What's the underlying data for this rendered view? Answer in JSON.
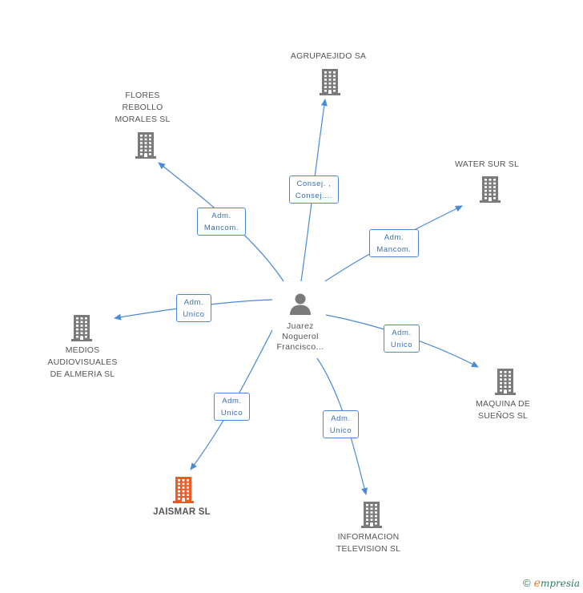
{
  "center": {
    "name_lines": [
      "Juarez",
      "Noguerol",
      "Francisco..."
    ]
  },
  "companies": [
    {
      "id": "agrupaejido",
      "lines": [
        "AGRUPAEJIDO SA"
      ],
      "highlight": false
    },
    {
      "id": "flores",
      "lines": [
        "FLORES",
        "REBOLLO",
        "MORALES SL"
      ],
      "highlight": false
    },
    {
      "id": "water",
      "lines": [
        "WATER SUR SL"
      ],
      "highlight": false
    },
    {
      "id": "medios",
      "lines": [
        "MEDIOS",
        "AUDIOVISUALES",
        "DE ALMERIA SL"
      ],
      "highlight": false
    },
    {
      "id": "maquina",
      "lines": [
        "MAQUINA DE",
        "SUEÑOS SL"
      ],
      "highlight": false
    },
    {
      "id": "jaismar",
      "lines": [
        "JAISMAR SL"
      ],
      "highlight": true
    },
    {
      "id": "informacion",
      "lines": [
        "INFORMACION",
        "TELEVISION SL"
      ],
      "highlight": false
    }
  ],
  "roles": [
    {
      "id": "agrupaejido",
      "lines": [
        "Consej. ,",
        "Consej...."
      ]
    },
    {
      "id": "flores",
      "lines": [
        "Adm.",
        "Mancom."
      ]
    },
    {
      "id": "water",
      "lines": [
        "Adm.",
        "Mancom."
      ]
    },
    {
      "id": "medios",
      "lines": [
        "Adm.",
        "Unico"
      ]
    },
    {
      "id": "maquina",
      "lines": [
        "Adm.",
        "Unico"
      ]
    },
    {
      "id": "jaismar",
      "lines": [
        "Adm.",
        "Unico"
      ]
    },
    {
      "id": "informacion",
      "lines": [
        "Adm.",
        "Unico"
      ]
    }
  ],
  "colors": {
    "edge": "#4a8ad8",
    "building": "#7a7a7a",
    "building_highlight": "#f05a28",
    "person": "#7a7a7a"
  },
  "footer": {
    "copyright": "©",
    "brand_initial": "e",
    "brand_rest": "mpresia"
  }
}
